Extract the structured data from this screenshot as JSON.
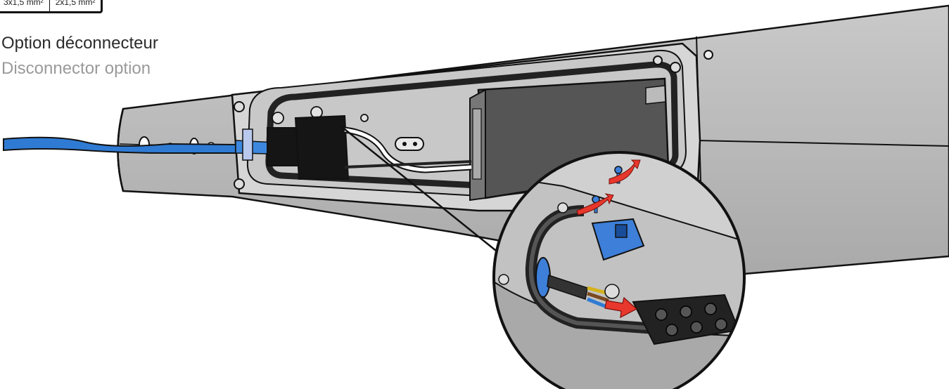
{
  "titles": {
    "option_fr": "Option déconnecteur",
    "option_en": "Disconnector option"
  },
  "cable_label": {
    "left": "3x1,5 mm²",
    "right": "2x1,5 mm²"
  },
  "colors": {
    "housing": "#bdbdbd",
    "housing_dark": "#8f8f8f",
    "outline": "#111111",
    "cable_blue": "#2f7bd4",
    "part_blue": "#3d7fd9",
    "arrow_red": "#e8372c",
    "block_black": "#151515"
  },
  "icons": [
    "screw-icon",
    "rotate-arrow-icon",
    "push-arrow-icon"
  ]
}
